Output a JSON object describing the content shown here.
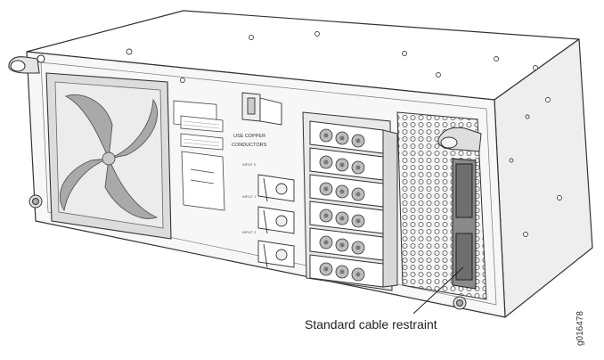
{
  "callout": {
    "label": "Standard cable restraint"
  },
  "figure_id": "g016478",
  "panel_text": {
    "use_copper": "USE COPPER",
    "conductors": "CONDUCTORS",
    "input_top": "INPUT 0",
    "input_mid": "INPUT 1",
    "input_bot": "INPUT 2"
  }
}
